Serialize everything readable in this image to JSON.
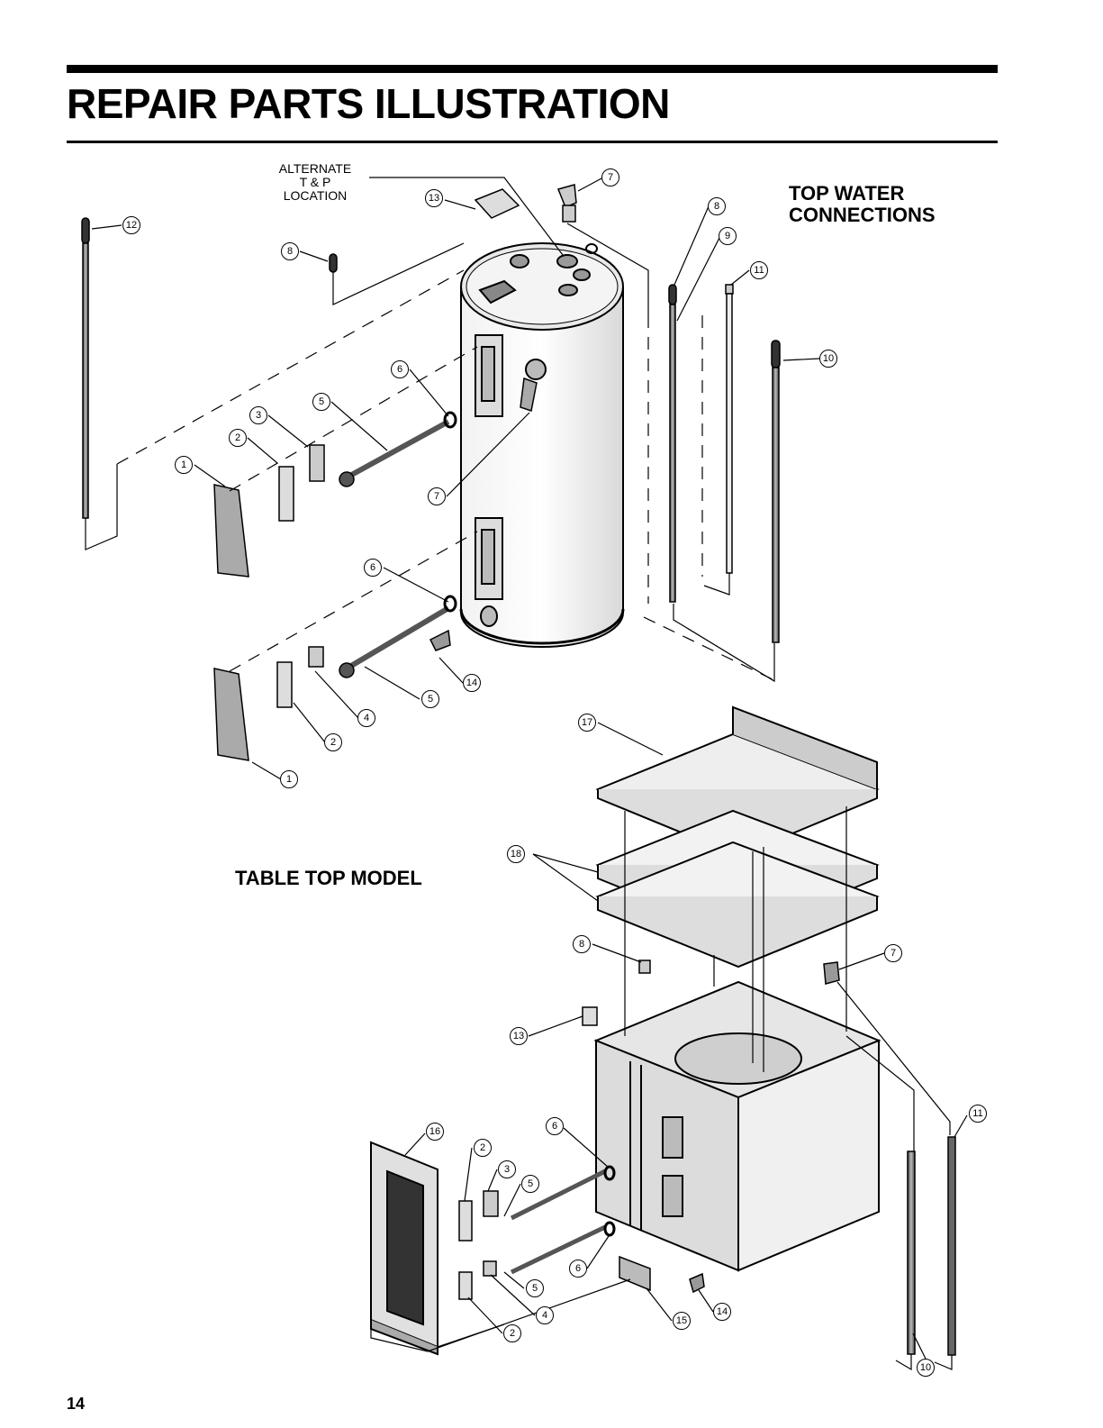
{
  "page": {
    "title": "REPAIR PARTS ILLUSTRATION",
    "page_number": "14"
  },
  "labels": {
    "alternate_tp": [
      "ALTERNATE",
      "T & P",
      "LOCATION"
    ],
    "top_water": [
      "TOP WATER",
      "CONNECTIONS"
    ],
    "table_top": "TABLE TOP  MODEL"
  },
  "callouts": [
    {
      "id": "c12",
      "num": "12"
    },
    {
      "id": "c13a",
      "num": "13"
    },
    {
      "id": "c8a",
      "num": "8"
    },
    {
      "id": "c7a",
      "num": "7"
    },
    {
      "id": "c8b",
      "num": "8"
    },
    {
      "id": "c9",
      "num": "9"
    },
    {
      "id": "c11a",
      "num": "11"
    },
    {
      "id": "c10a",
      "num": "10"
    },
    {
      "id": "c6a",
      "num": "6"
    },
    {
      "id": "c5a",
      "num": "5"
    },
    {
      "id": "c3a",
      "num": "3"
    },
    {
      "id": "c2a",
      "num": "2"
    },
    {
      "id": "c1a",
      "num": "1"
    },
    {
      "id": "c7b",
      "num": "7"
    },
    {
      "id": "c6b",
      "num": "6"
    },
    {
      "id": "c14a",
      "num": "14"
    },
    {
      "id": "c5b",
      "num": "5"
    },
    {
      "id": "c4a",
      "num": "4"
    },
    {
      "id": "c2b",
      "num": "2"
    },
    {
      "id": "c1b",
      "num": "1"
    },
    {
      "id": "c17",
      "num": "17"
    },
    {
      "id": "c18",
      "num": "18"
    },
    {
      "id": "c8c",
      "num": "8"
    },
    {
      "id": "c7c",
      "num": "7"
    },
    {
      "id": "c13b",
      "num": "13"
    },
    {
      "id": "c16",
      "num": "16"
    },
    {
      "id": "c2c",
      "num": "2"
    },
    {
      "id": "c3b",
      "num": "3"
    },
    {
      "id": "c5c",
      "num": "5"
    },
    {
      "id": "c6c",
      "num": "6"
    },
    {
      "id": "c6d",
      "num": "6"
    },
    {
      "id": "c5d",
      "num": "5"
    },
    {
      "id": "c4b",
      "num": "4"
    },
    {
      "id": "c2d",
      "num": "2"
    },
    {
      "id": "c15",
      "num": "15"
    },
    {
      "id": "c14b",
      "num": "14"
    },
    {
      "id": "c11b",
      "num": "11"
    },
    {
      "id": "c10b",
      "num": "10"
    }
  ]
}
